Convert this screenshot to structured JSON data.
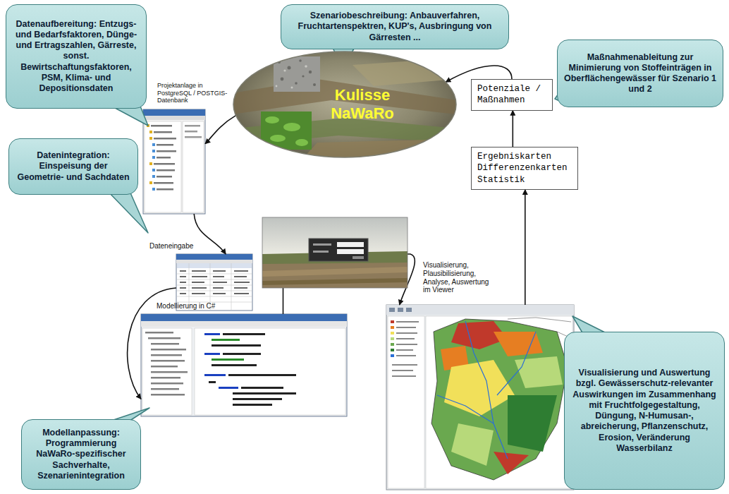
{
  "diagram": {
    "nodes": [
      {
        "text": [
          "Datenaufbereitung: Entzugs- und Bedarfsfaktoren, Dünge- und Ertragszahlen, Gärreste, sonst. Bewirtschaftungsfaktoren, PSM, Klima- und Depositionsdaten"
        ]
      },
      {
        "text": [
          "Szenariobeschreibung: Anbauverfahren, Fruchtartenspektren, KUP's, Ausbringung von Gärresten ..."
        ]
      },
      {
        "text": [
          "Kulisse NaWaRo"
        ]
      },
      {
        "text": [
          "Maßnahmenableitung zur Minimierung von Stoffeinträgen in Oberflächengewässer für Szenario 1 und 2"
        ]
      },
      {
        "text": [
          "Potenziale / Maßnahmen"
        ]
      },
      {
        "text": [
          "Projektanlage in PostgreSQL / POSTGIS-Datenbank"
        ]
      },
      {
        "text": [
          "Ergebniskarten Differenzenkarten Statistik"
        ]
      },
      {
        "text": [
          "Datenintegration: Einspeisung der Geometrie- und Sachdaten"
        ]
      },
      {
        "text": [
          "Dateneingabe"
        ]
      },
      {
        "text": [
          "Modellierung in C#"
        ]
      },
      {
        "text": [
          "Visualisierung, Plausibilisierung, Analyse, Auswertung im Viewer"
        ]
      },
      {
        "text": [
          "Modellanpassung: Programmierung NaWaRo-spezifischer Sachverhalte, Szenarienintegration"
        ]
      },
      {
        "text": [
          "Visualisierung und Auswertung bzgl. Gewässerschutz-relevanter Auswirkungen im Zusammenhang mit Fruchtfolgegestaltung, Düngung, N-Humusan-, abreicherung, Pflanzenschutz, Erosion, Veränderung Wasserbilanz"
        ]
      }
    ],
    "edges": [
      {
        "from": 2,
        "to": 5,
        "arrow": "to"
      },
      {
        "from": 5,
        "to": 8,
        "arrow": "to"
      },
      {
        "from": 8,
        "to": 9,
        "arrow": "to"
      },
      {
        "from": 9,
        "to": 10,
        "arrow": "to"
      },
      {
        "from": 10,
        "to": 6,
        "arrow": "to"
      },
      {
        "from": 6,
        "to": 4,
        "arrow": "to"
      },
      {
        "from": 4,
        "to": 2,
        "arrow": "to"
      }
    ]
  }
}
